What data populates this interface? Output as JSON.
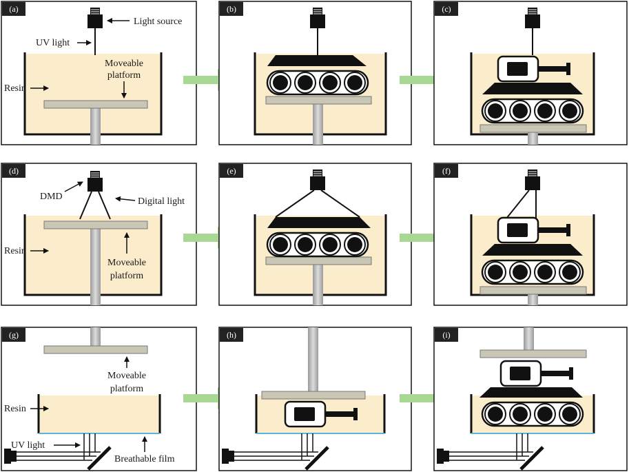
{
  "panels": {
    "a": {
      "tag": "(a)"
    },
    "b": {
      "tag": "(b)"
    },
    "c": {
      "tag": "(c)"
    },
    "d": {
      "tag": "(d)"
    },
    "e": {
      "tag": "(e)"
    },
    "f": {
      "tag": "(f)"
    },
    "g": {
      "tag": "(g)"
    },
    "h": {
      "tag": "(h)"
    },
    "i": {
      "tag": "(i)"
    }
  },
  "labels": {
    "a": {
      "light_source": "Light source",
      "uv_light": "UV light",
      "moveable_1": "Moveable",
      "moveable_2": "platform",
      "resin": "Resin"
    },
    "d": {
      "dmd": "DMD",
      "digital_light": "Digital light",
      "resin": "Resin",
      "moveable_1": "Moveable",
      "moveable_2": "platform"
    },
    "g": {
      "moveable_1": "Moveable",
      "moveable_2": "platform",
      "resin": "Resin",
      "uv_light": "UV light",
      "breathable_film": "Breathable film"
    }
  },
  "colors": {
    "resin": "#fbeccb",
    "platform": "#c9c6b5",
    "rod": "#bdbdbd",
    "arrow": "#a9d895",
    "film": "#5ab4e0",
    "ink": "#111111"
  }
}
